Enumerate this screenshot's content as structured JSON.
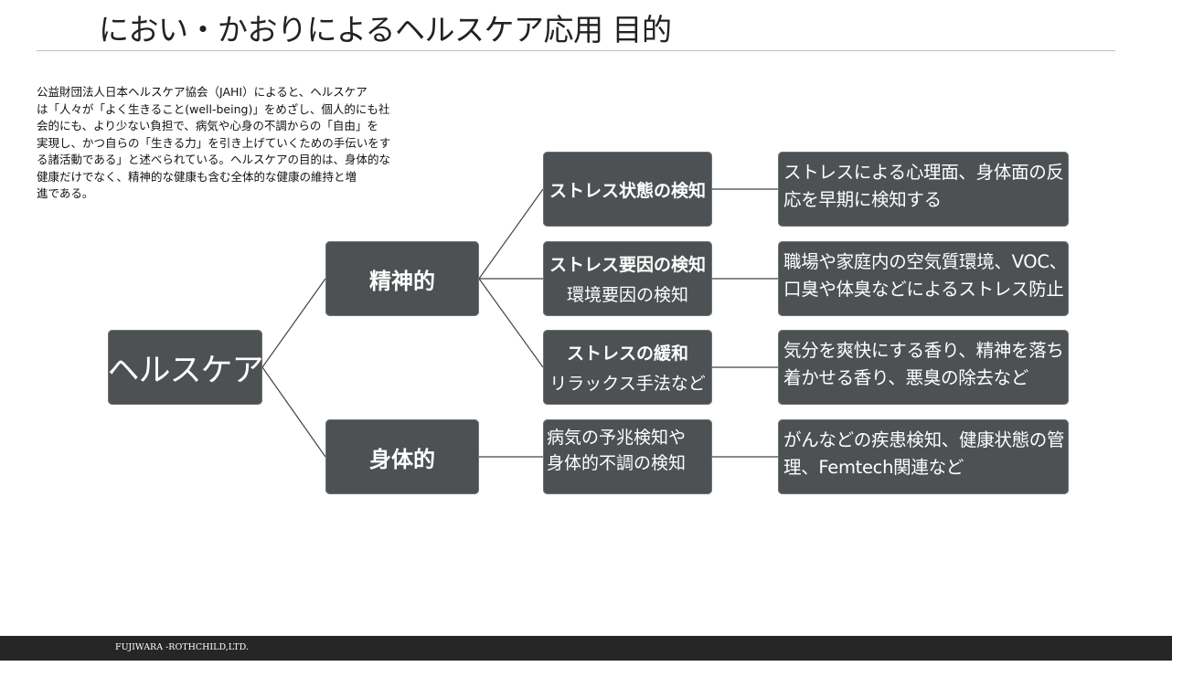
{
  "title": "におい・かおりによるヘルスケア応用 目的",
  "intro": [
    "公益財団法人日本ヘルスケア協会（JAHI）によると、ヘルスケア",
    "は「人々が「よく生きること(well-being)」をめざし、個人的にも社",
    "会的にも、より少ない負担で、病気や心身の不調からの「自由」を",
    "実現し、かつ自らの「生きる力」を引き上げていくための手伝いをす",
    "る諸活動である」と述べられている。ヘルスケアの目的は、身体的な",
    "健康だけでなく、精神的な健康も含む全体的な健康の維持と増",
    "進である。"
  ],
  "tree": {
    "root": "ヘルスケア",
    "categories": [
      "精神的",
      "身体的"
    ],
    "functions": [
      {
        "title": "ストレス状態の検知"
      },
      {
        "title": "ストレス要因の検知",
        "sub": "環境要因の検知"
      },
      {
        "title": "ストレスの緩和",
        "sub": "リラックス手法など"
      },
      {
        "lines": [
          "病気の予兆検知や",
          "身体的不調の検知"
        ]
      }
    ],
    "applications": [
      [
        "ストレスによる心理面、身体面の反",
        "応を早期に検知する"
      ],
      [
        "職場や家庭内の空気質環境、VOC、",
        "口臭や体臭などによるストレス防止"
      ],
      [
        "気分を爽快にする香り、精神を落ち",
        "着かせる香り、悪臭の除去など"
      ],
      [
        "がんなどの疾患検知、健康状態の管",
        "理、Femtech関連など"
      ]
    ]
  },
  "footer": "FUJIWARA -ROTHCHILD,LTD.",
  "colors": {
    "box_fill": "#4d5153",
    "box_text": "#ffffff",
    "connector": "#444444",
    "footer_bar": "#262626"
  }
}
